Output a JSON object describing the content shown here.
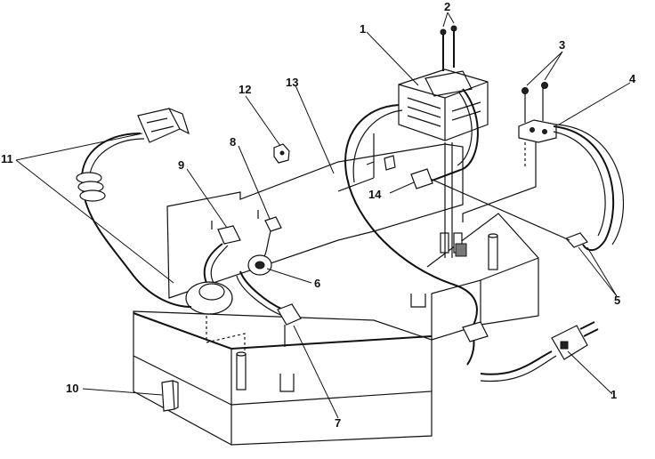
{
  "callouts": [
    {
      "id": "c1a",
      "text": "1"
    },
    {
      "id": "c2",
      "text": "2"
    },
    {
      "id": "c3",
      "text": "3"
    },
    {
      "id": "c4",
      "text": "4"
    },
    {
      "id": "c5",
      "text": "5"
    },
    {
      "id": "c6",
      "text": "6"
    },
    {
      "id": "c7",
      "text": "7"
    },
    {
      "id": "c8",
      "text": "8"
    },
    {
      "id": "c9",
      "text": "9"
    },
    {
      "id": "c10",
      "text": "10"
    },
    {
      "id": "c11",
      "text": "11"
    },
    {
      "id": "c12",
      "text": "12"
    },
    {
      "id": "c13",
      "text": "13"
    },
    {
      "id": "c14",
      "text": "14"
    },
    {
      "id": "c1b",
      "text": "1"
    }
  ],
  "colors": {
    "line": "#111111",
    "background": "#ffffff"
  }
}
